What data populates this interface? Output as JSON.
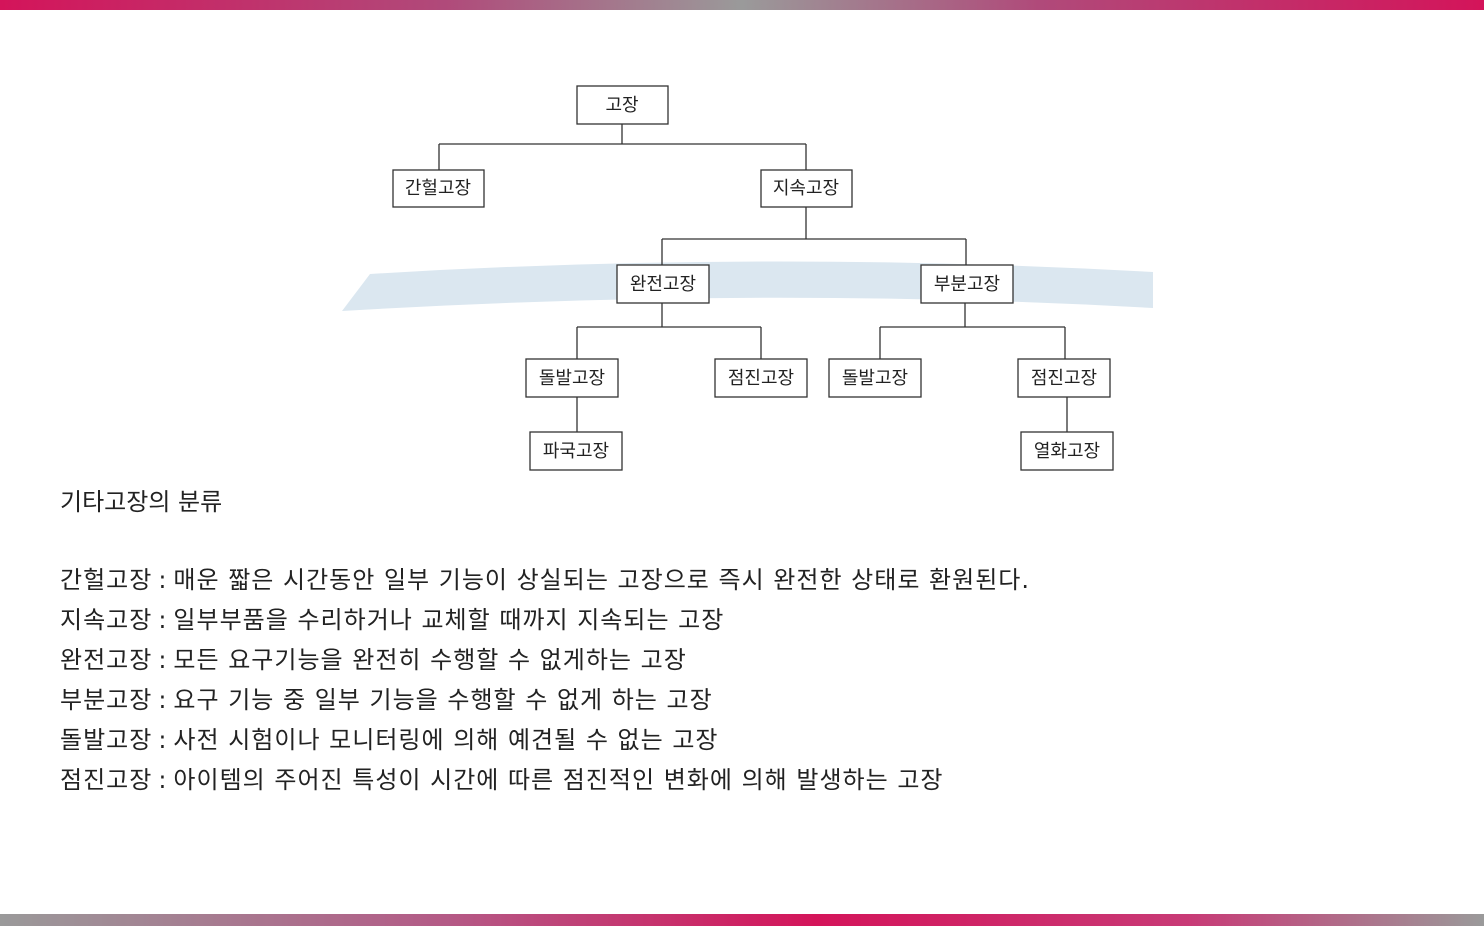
{
  "accent_colors": {
    "bar": "#d4145a",
    "band": "#dbe7f0"
  },
  "tree": {
    "root": "고장",
    "intermittent": "간헐고장",
    "continuous": "지속고장",
    "complete": "완전고장",
    "partial": "부분고장",
    "complete_sudden": "돌발고장",
    "complete_gradual": "점진고장",
    "partial_sudden": "돌발고장",
    "partial_gradual": "점진고장",
    "catastrophic": "파국고장",
    "degradation": "열화고장"
  },
  "subtitle": "기타고장의 분류",
  "definitions": [
    {
      "term": "간헐고장",
      "desc": "매운  짧은 시간동안 일부 기능이 상실되는 고장으로  즉시 완전한 상태로 환원된다."
    },
    {
      "term": "지속고장",
      "desc": "일부부품을 수리하거나 교체할 때까지 지속되는 고장"
    },
    {
      "term": "완전고장",
      "desc": "모든 요구기능을 완전히 수행할 수 없게하는 고장"
    },
    {
      "term": "부분고장",
      "desc": "요구 기능 중 일부 기능을 수행할 수 없게 하는 고장"
    },
    {
      "term": "돌발고장",
      "desc": "사전 시험이나 모니터링에 의해 예견될 수 없는 고장"
    },
    {
      "term": "점진고장",
      "desc": "아이템의 주어진 특성이 시간에 따른 점진적인 변화에 의해 발생하는 고장"
    }
  ]
}
